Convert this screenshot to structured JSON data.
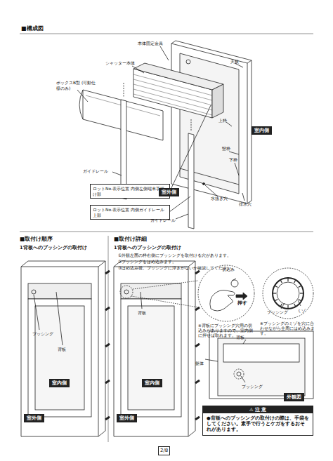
{
  "diagram": {
    "nodes": [
      {
        "text": [
          "ロットNo.表示位置 内側左側端末手掛け部"
        ]
      },
      {
        "text": [
          "ロットNo.表示位置 内側ガイドレール上部"
        ]
      },
      {
        "text": [
          "室内側"
        ]
      },
      {
        "text": [
          "室外側"
        ]
      },
      {
        "text": [
          "室内側"
        ]
      },
      {
        "text": [
          "室外側"
        ]
      },
      {
        "text": [
          "室内側"
        ]
      },
      {
        "text": [
          "室外側"
        ]
      },
      {
        "text": [
          "外観図"
        ]
      },
      {
        "text": [
          "⚠ 注 意",
          "●背板へのブッシングの取付けの際は、手袋をしてください。素手で行うとケガをするおそれがあります。"
        ]
      },
      {
        "text": [
          "2/8"
        ]
      }
    ],
    "labels": [
      "■構成図",
      "本体固定金具",
      "シャッター本体",
      "天板",
      "ボックスB型 (可動仕様のみ)",
      "上枠",
      "竪枠",
      "下枠",
      "ガイドレール",
      "水抜き穴",
      "排水穴",
      "ガイドレール",
      "■取付け順序",
      "1背板へのブッシングの取付け",
      "ブッシング",
      "背板",
      "■取付け詳細",
      "1背板へのブッシングの取付け",
      "①外観左面の枠右側にブッシングを取付ける穴があります。",
      "②ブッシングをはめ込みます。",
      "③はめ込み後、ブッシングに浮きがないか確認してください。",
      "背板",
      "切込み",
      "押す",
      "※背板にブッシング穴用の切込みがありますので、室内側に押せば取れます。",
      "ブッシング",
      "ミゾ",
      "※ブッシングのミゾを穴に合わせながら全周にはめ込みます。",
      "背板",
      "躯体",
      "ブッシング"
    ]
  }
}
